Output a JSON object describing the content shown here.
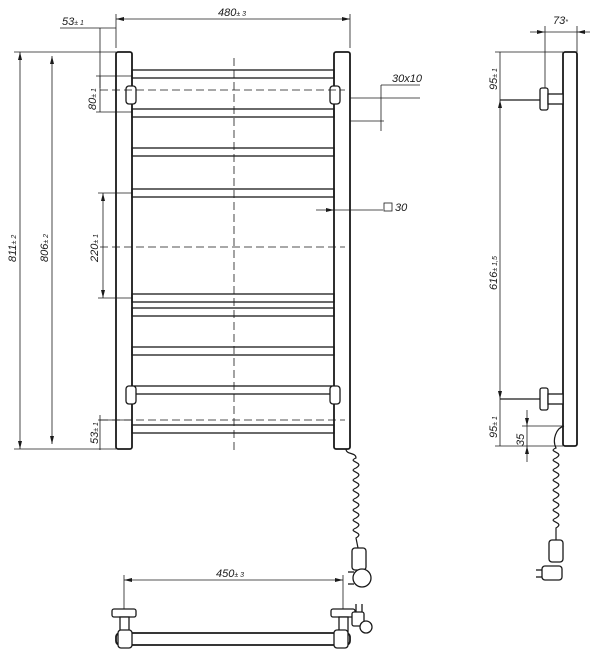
{
  "front_view": {
    "dim_width_top": {
      "value": "480",
      "tol": "± 3"
    },
    "dim_offset_top": {
      "value": "53",
      "tol": "± 1"
    },
    "dim_bar_pitch": {
      "value": "80",
      "tol": "± 1"
    },
    "dim_bar_profile": {
      "value": "30x10"
    },
    "dim_group_pitch": {
      "value": "220",
      "tol": "± 1"
    },
    "dim_post_square": {
      "value": "30"
    },
    "dim_total_height": {
      "value": "811",
      "tol": "± 2"
    },
    "dim_post_height": {
      "value": "806",
      "tol": "± 2"
    },
    "dim_offset_bottom": {
      "value": "53",
      "tol": "± 1"
    }
  },
  "side_view": {
    "dim_depth": {
      "value": "73",
      "unit": "*"
    },
    "dim_top_mount": {
      "value": "95",
      "tol": "± 1"
    },
    "dim_mount_spacing": {
      "value": "616",
      "tol": "± 1,5"
    },
    "dim_bottom_mount": {
      "value": "95",
      "tol": "± 1"
    },
    "dim_cable_outlet": {
      "value": "35"
    }
  },
  "top_view": {
    "dim_mount_width": {
      "value": "450",
      "tol": "± 3"
    }
  }
}
